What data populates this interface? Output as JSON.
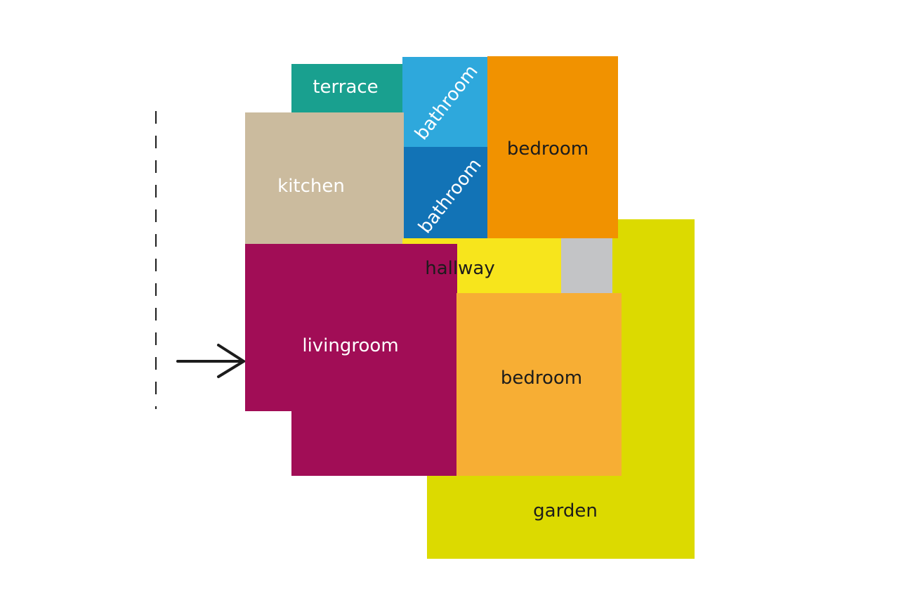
{
  "colors": {
    "terrace": "#19a08f",
    "bathroom_upper": "#2ea8dc",
    "bathroom_lower": "#1273b6",
    "bedroom_upper": "#f19200",
    "kitchen": "#cbbb9e",
    "hallway": "#f7e51c",
    "storage": "#c3c4c6",
    "livingroom": "#a10d56",
    "bedroom_lower": "#f7ae34",
    "garden": "#dcda00",
    "line": "#1c1c1c"
  },
  "rooms": {
    "terrace": {
      "label": "terrace"
    },
    "bathroom_upper": {
      "label": "bathroom"
    },
    "bathroom_lower": {
      "label": "bathroom"
    },
    "bedroom_upper": {
      "label": "bedroom"
    },
    "kitchen": {
      "label": "kitchen"
    },
    "hallway": {
      "label": "hallway"
    },
    "livingroom": {
      "label": "livingroom"
    },
    "bedroom_lower": {
      "label": "bedroom"
    },
    "garden": {
      "label": "garden"
    }
  },
  "markers": {
    "boundary": "dashed-line",
    "entrance": "arrow-right-icon"
  }
}
